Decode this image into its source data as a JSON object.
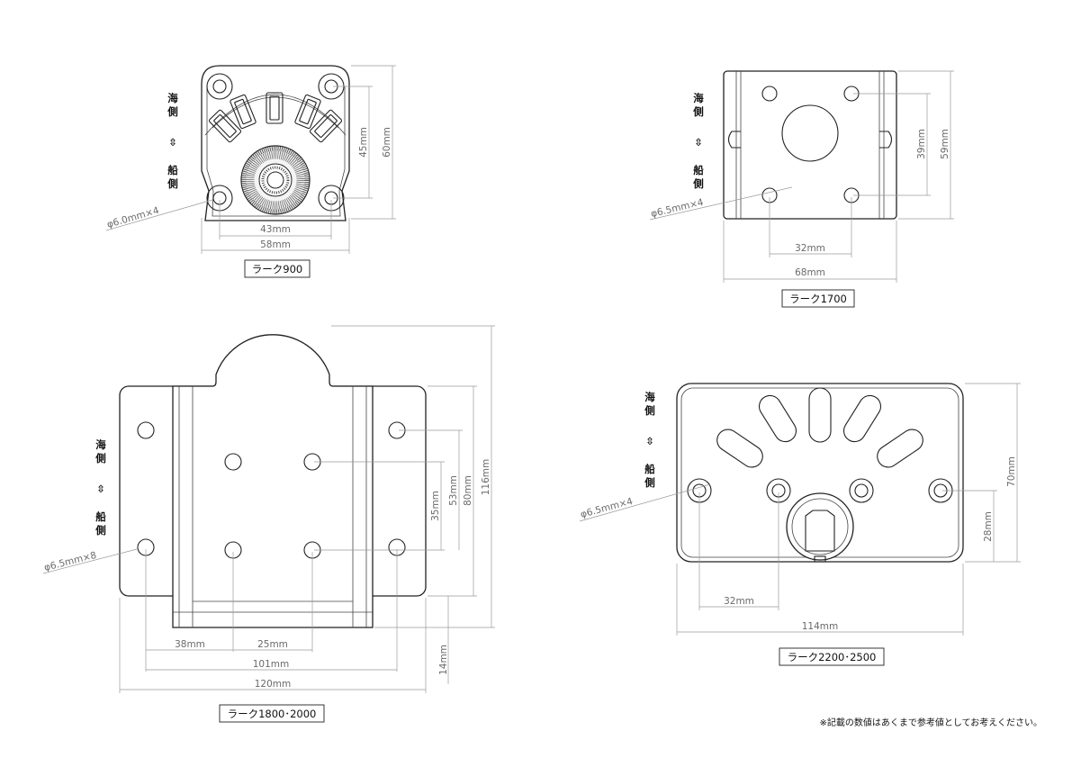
{
  "views": {
    "rack900": {
      "label": "ラーク900",
      "side_top": [
        "海",
        "側"
      ],
      "side_arrow": "⇳",
      "side_bottom": [
        "船",
        "側"
      ],
      "dims": {
        "w_hole": "43mm",
        "w_total": "58mm",
        "h_hole": "45mm",
        "h_total": "60mm",
        "hole": "φ6.0mm×4"
      }
    },
    "rack1700": {
      "label": "ラーク1700",
      "side_top": [
        "海",
        "側"
      ],
      "side_arrow": "⇳",
      "side_bottom": [
        "船",
        "側"
      ],
      "dims": {
        "w_hole": "32mm",
        "w_total": "68mm",
        "h_hole": "39mm",
        "h_total": "59mm",
        "hole": "φ6.5mm×4"
      }
    },
    "rack1800": {
      "label": "ラーク1800･2000",
      "side_top": [
        "海",
        "側"
      ],
      "side_arrow": "⇳",
      "side_bottom": [
        "船",
        "側"
      ],
      "dims": {
        "w_a": "38mm",
        "w_b": "25mm",
        "w_hole": "101mm",
        "w_total": "120mm",
        "h_a": "35mm",
        "h_b": "53mm",
        "h_c": "80mm",
        "h_total": "116mm",
        "h_base": "14mm",
        "hole": "φ6.5mm×8"
      }
    },
    "rack2200": {
      "label": "ラーク2200･2500",
      "side_top": [
        "海",
        "側"
      ],
      "side_arrow": "⇳",
      "side_bottom": [
        "船",
        "側"
      ],
      "dims": {
        "w_hole": "32mm",
        "w_total": "114mm",
        "h_total": "70mm",
        "h_hole": "28mm",
        "hole": "φ6.5mm×4"
      }
    }
  },
  "note": "※記載の数値はあくまで参考値としてお考えください。"
}
